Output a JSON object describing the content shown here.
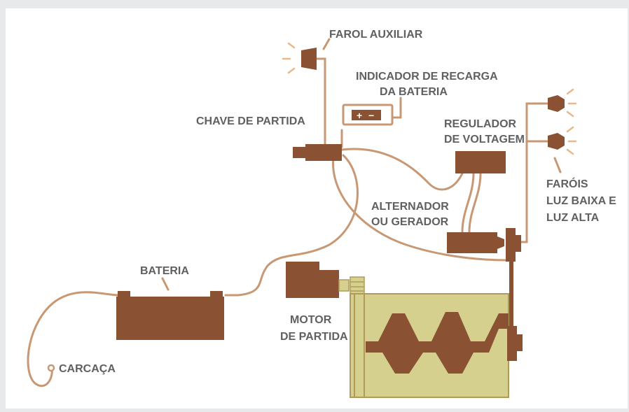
{
  "colors": {
    "background_outer": "#e8e9ea",
    "panel": "#ffffff",
    "component": "#8a5232",
    "wire": "#c79873",
    "engine_fill": "#d6d08f",
    "engine_stroke": "#b09a5a",
    "label": "#5f6062"
  },
  "labels": {
    "farol_auxiliar": "FAROL AUXILIAR",
    "indicador_line1": "INDICADOR DE RECARGA",
    "indicador_line2": "DA BATERIA",
    "chave_de_partida": "CHAVE DE PARTIDA",
    "regulador_line1": "REGULADOR",
    "regulador_line2": "DE VOLTAGEM",
    "farois_line1": "FARÓIS",
    "farois_line2": "LUZ BAIXA E",
    "farois_line3": "LUZ ALTA",
    "alternador_line1": "ALTERNADOR",
    "alternador_line2": "OU GERADOR",
    "bateria": "BATERIA",
    "motor_line1": "MOTOR",
    "motor_line2": "DE PARTIDA",
    "carcaca": "CARCAÇA"
  },
  "indicator_symbols": {
    "plus": "+",
    "minus": "−"
  }
}
